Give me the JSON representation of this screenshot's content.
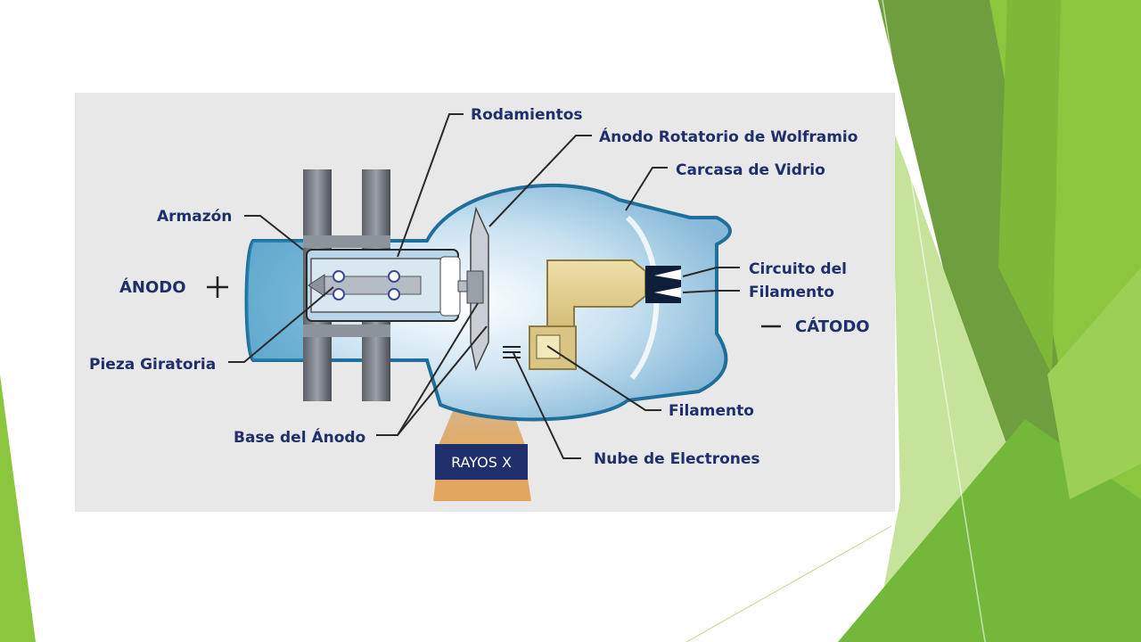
{
  "diagram": {
    "labels": {
      "rodamientos": "Rodamientos",
      "anodo_rotatorio": "Ánodo Rotatorio de Wolframio",
      "carcasa": "Carcasa de Vidrio",
      "armazon": "Armazón",
      "anodo": "ÁNODO",
      "circuito_line1": "Circuito del",
      "circuito_line2": "Filamento",
      "catodo": "CÁTODO",
      "pieza_giratoria": "Pieza Giratoria",
      "filamento": "Filamento",
      "base_anodo": "Base del Ánodo",
      "rayos_x": "RAYOS X",
      "nube_electrones": "Nube de Electrones"
    },
    "colors": {
      "label_text": "#1f2f6b",
      "glass_fill": "#a9cfe6",
      "glass_outline": "#1f6f9a",
      "cathode_gold": "#d9c486",
      "rayos_box": "#1f2f6b",
      "green_light": "#c6e39a",
      "green_mid": "#7fb838",
      "green_dark": "#5f9a2e"
    }
  }
}
